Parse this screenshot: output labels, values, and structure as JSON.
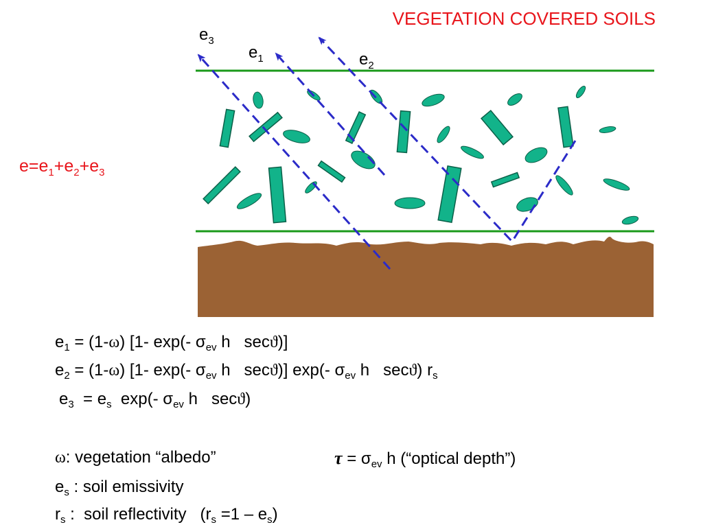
{
  "title": "VEGETATION COVERED SOILS",
  "total_emission": {
    "e": "e",
    "eq": "=",
    "sub1": "1",
    "sub2": "2",
    "sub3": "3",
    "plus": "+"
  },
  "rays": [
    {
      "name": "ray-e3",
      "label": "e",
      "sub": "3"
    },
    {
      "name": "ray-e1",
      "label": "e",
      "sub": "1"
    },
    {
      "name": "ray-e2",
      "label": "e",
      "sub": "2"
    }
  ],
  "colors": {
    "title": "#e8151b",
    "vegetation": "#12b38a",
    "vegetation_stroke": "#0b5f48",
    "canopy_line": "#1a9a1a",
    "soil": "#9b6234",
    "ray": "#2b2bc8"
  },
  "equations": {
    "eq1": {
      "lhs": "e",
      "lhs_sub": "1",
      "p1": " = (1-",
      "omega": "ω",
      "p2": ") [1- exp(- σ",
      "sig_sub": "ev",
      "p3": " h   sec",
      "theta": "ϑ",
      "p4": ")]"
    },
    "eq2": {
      "lhs": "e",
      "lhs_sub": "2",
      "p1": " = (1-",
      "omega": "ω",
      "p2": ") [1- exp(- σ",
      "sig_sub": "ev",
      "p3": " h   sec",
      "theta": "ϑ",
      "p4": ")] exp(- σ",
      "sig_sub2": "ev",
      "p5": " h   sec",
      "theta2": "ϑ",
      "p6": ") r",
      "r_sub": "s"
    },
    "eq3": {
      "lhs": "e",
      "lhs_sub": "3",
      "p1": "  = e",
      "es_sub": "s",
      "p2": "  exp(- σ",
      "sig_sub": "ev",
      "p3": " h   sec",
      "theta": "ϑ",
      "p4": ")"
    }
  },
  "definitions": {
    "omega": {
      "symbol": "ω",
      "text": ": vegetation “albedo”"
    },
    "tau": {
      "symbol": "τ",
      "p1": " = σ",
      "sub": "ev",
      "p2": " h (“optical depth”)"
    },
    "es": {
      "sym": "e",
      "sub": "s",
      "text": " : soil emissivity"
    },
    "rs": {
      "sym": "r",
      "sub": "s",
      "p1": " :  soil reflectivity   (r",
      "sub2": "s",
      "p2": " =1 – e",
      "sub3": "s",
      "p3": ")"
    }
  }
}
